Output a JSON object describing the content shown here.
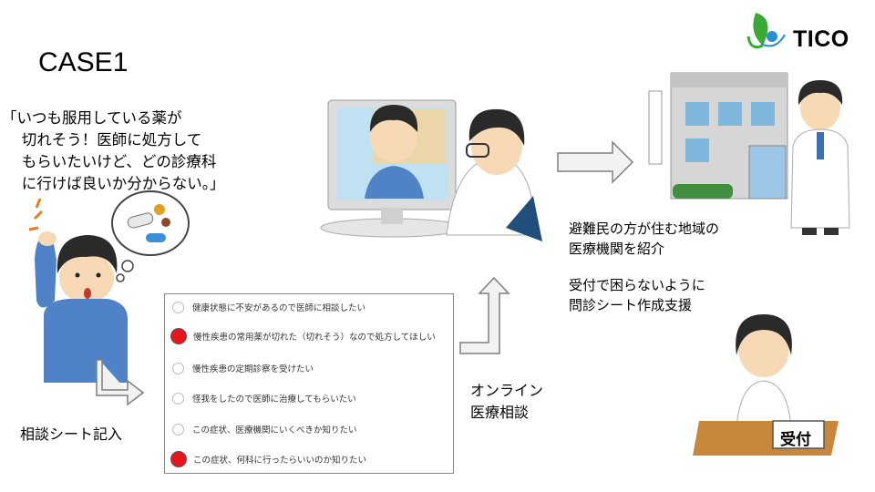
{
  "case_title": "CASE1",
  "quote": "「いつも服用している薬が\n 　切れそう！医師に処方して\n 　もらいたいけど、どの診療科\n 　に行けば良いか分からない。」",
  "logo": {
    "text": "TICO",
    "icon": "leaf-logo-icon"
  },
  "sheet_caption": "相談シート記入",
  "online_caption": "オンライン\n医療相談",
  "info": {
    "line1": "避難民の方が住む地域の\n医療機関を紹介",
    "line2": "受付で困らないように\n問診シート作成支援"
  },
  "reception_sign": "受付",
  "sheet": {
    "options": [
      {
        "label": "健康状態に不安があるので医師に相談したい",
        "selected": false
      },
      {
        "label": "慢性疾患の常用薬が切れた（切れそう）なので処方してほしい",
        "selected": true
      },
      {
        "label": "慢性疾患の定期診察を受けたい",
        "selected": false
      },
      {
        "label": "怪我をしたので医師に治療してもらいたい",
        "selected": false
      },
      {
        "label": "この症状、医療機関にいくべきか知りたい",
        "selected": false
      },
      {
        "label": "この症状、何科に行ったらいいのか知りたい",
        "selected": true
      }
    ]
  },
  "colors": {
    "selected_radio": "#e8141e",
    "arrow_fill": "#f2f2f2",
    "arrow_stroke": "#7f7f7f"
  }
}
